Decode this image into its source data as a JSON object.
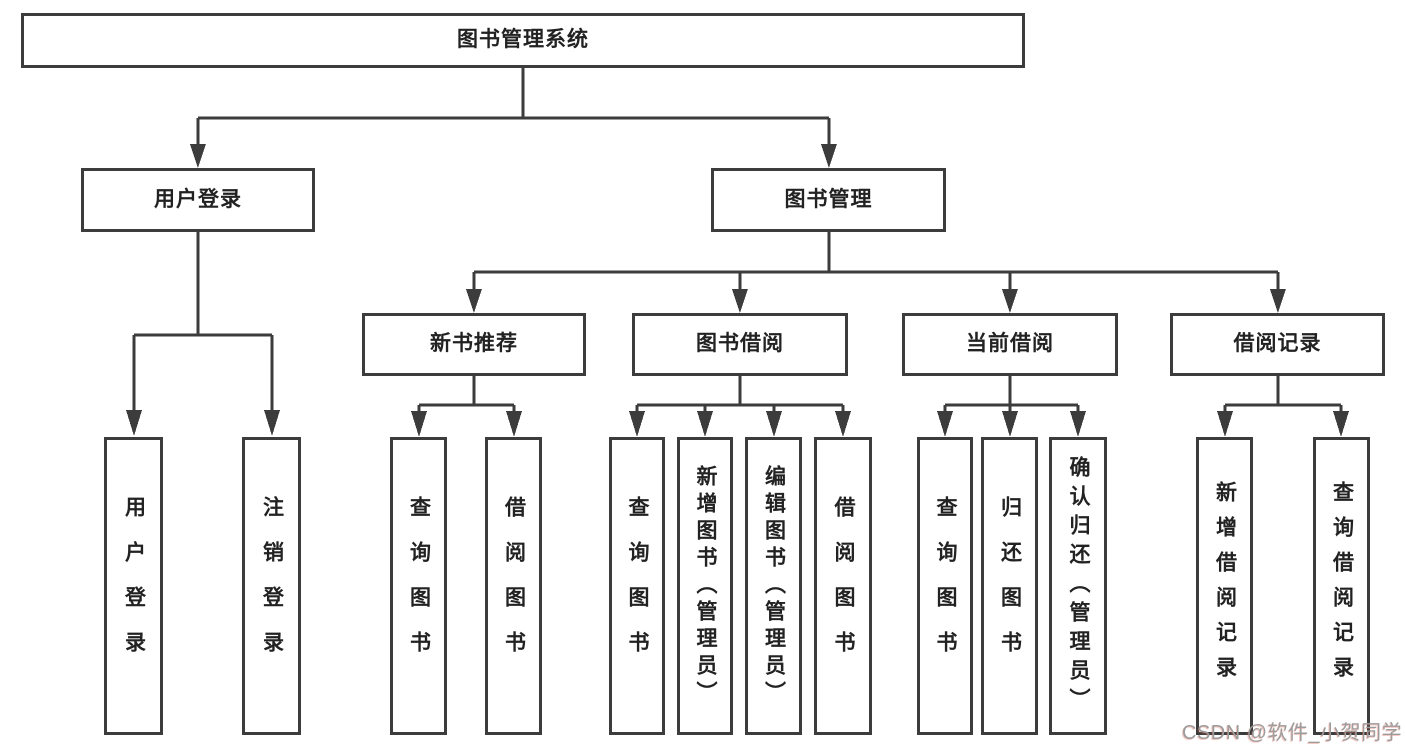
{
  "tree": {
    "label": "图书管理系统",
    "children": [
      {
        "label": "用户登录",
        "children": [
          {
            "label": "用户登录"
          },
          {
            "label": "注销登录"
          }
        ]
      },
      {
        "label": "图书管理",
        "children": [
          {
            "label": "新书推荐",
            "children": [
              {
                "label": "查询图书"
              },
              {
                "label": "借阅图书"
              }
            ]
          },
          {
            "label": "图书借阅",
            "children": [
              {
                "label": "查询图书"
              },
              {
                "label": "新增图书（管理员）"
              },
              {
                "label": "编辑图书（管理员）"
              },
              {
                "label": "借阅图书"
              }
            ]
          },
          {
            "label": "当前借阅",
            "children": [
              {
                "label": "查询图书"
              },
              {
                "label": "归还图书"
              },
              {
                "label": "确认归还（管理员）"
              }
            ]
          },
          {
            "label": "借阅记录",
            "children": [
              {
                "label": "新增借阅记录"
              },
              {
                "label": "查询借阅记录"
              }
            ]
          }
        ]
      }
    ]
  },
  "watermark": "CSDN @软件_小贺同学",
  "colors": {
    "line": "#3c3c3c",
    "box_border": "#3c3c3c",
    "text": "#222222",
    "watermark": "#9c9c9c",
    "background": "#ffffff"
  }
}
